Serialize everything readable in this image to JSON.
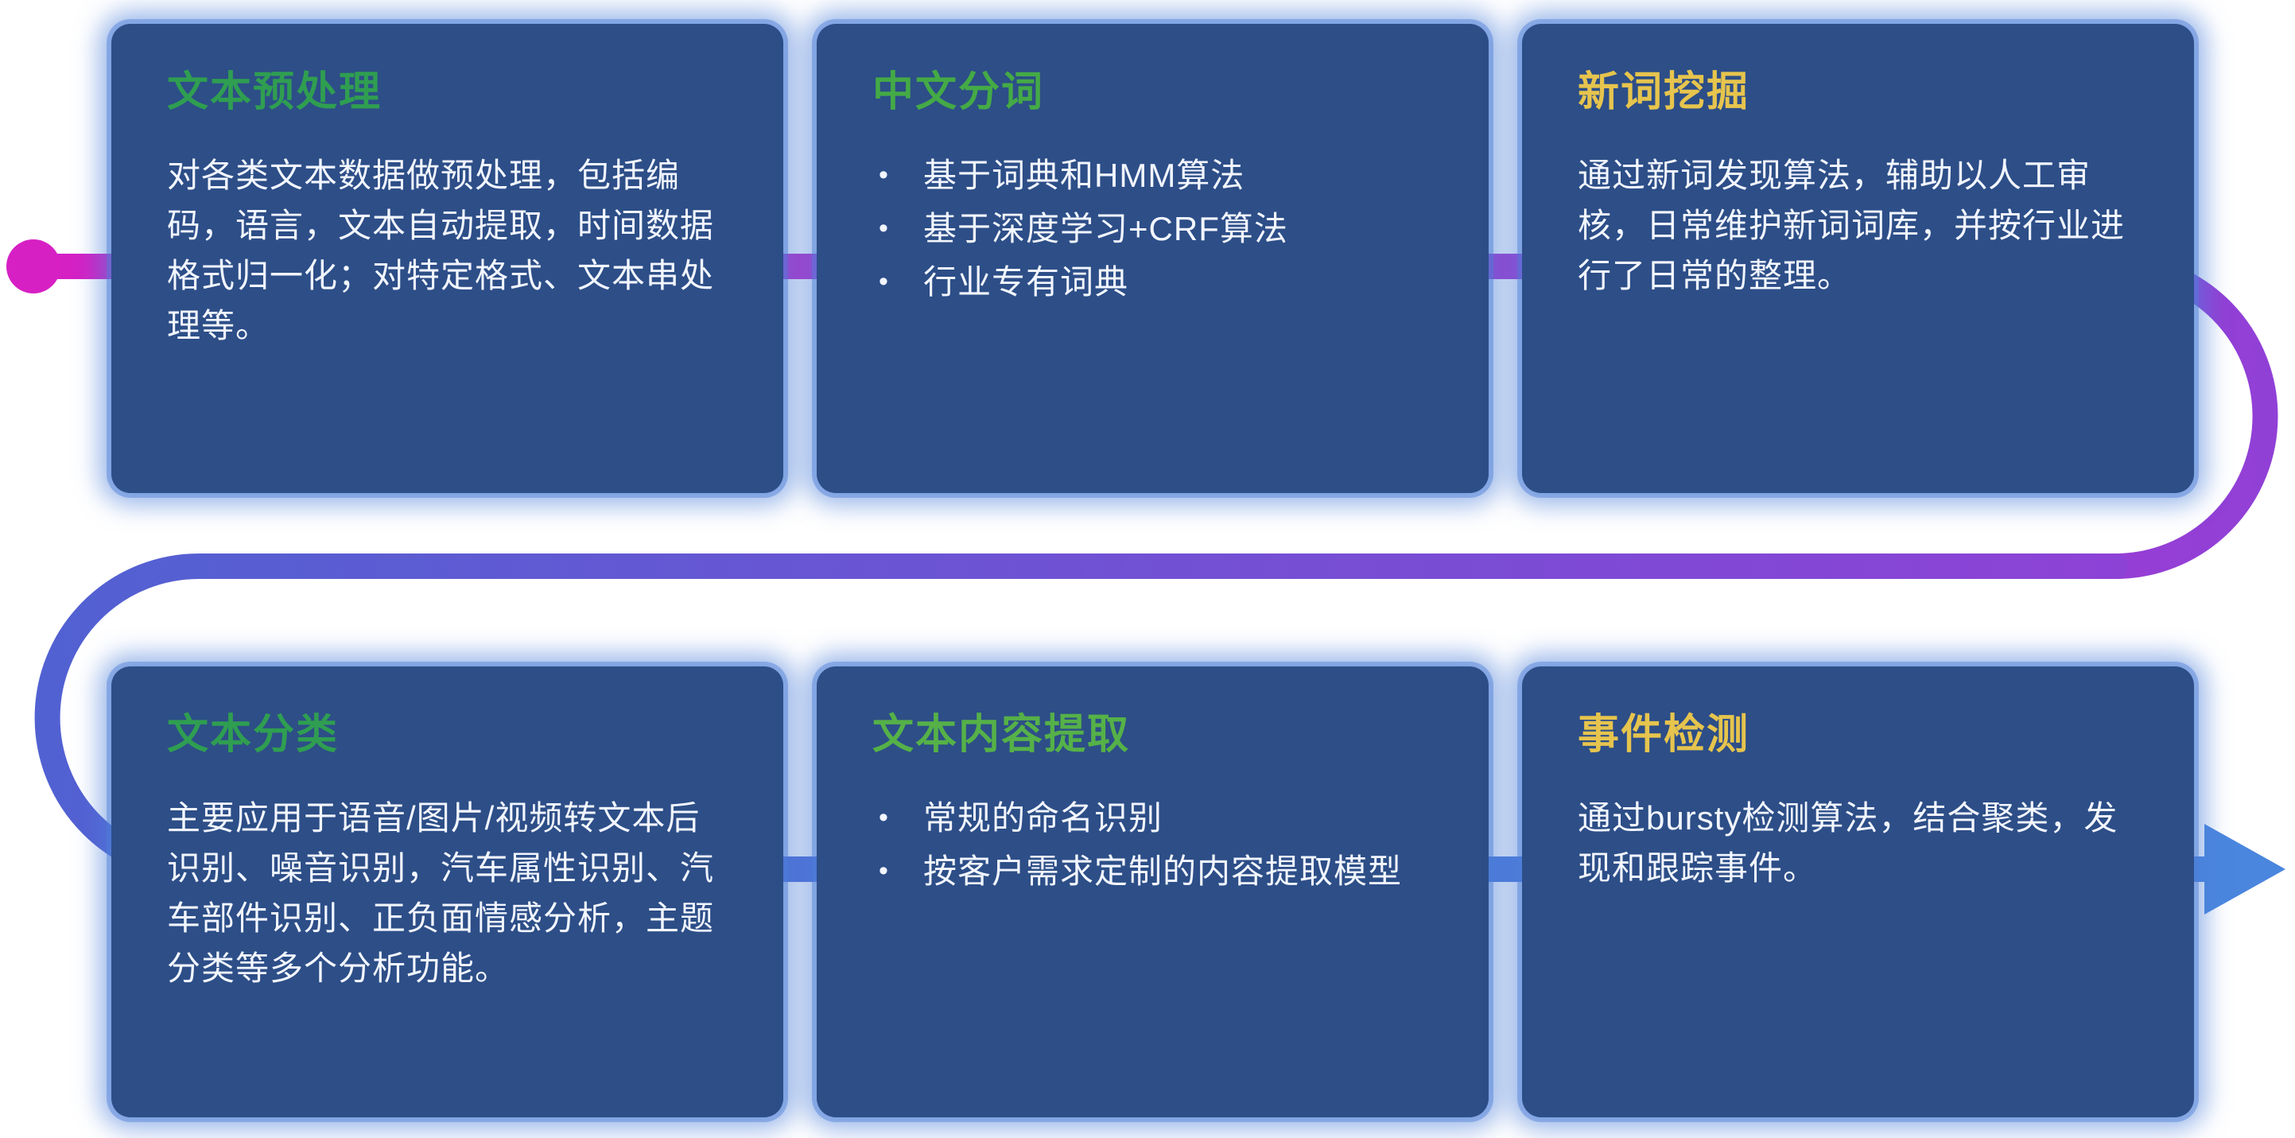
{
  "flow": {
    "color_start": "#d620c4",
    "color_mid": "#9140d6",
    "color_blue": "#5261d2",
    "color_end": "#4a86de"
  },
  "cards": [
    {
      "title": "文本预处理",
      "title_color": "#2f9e51",
      "body": "对各类文本数据做预处理，包括编码，语言，文本自动提取，时间数据格式归一化；对特定格式、文本串处理等。",
      "bullets": []
    },
    {
      "title": "中文分词",
      "title_color": "#44aa46",
      "body": "",
      "bullets": [
        "基于词典和HMM算法",
        "基于深度学习+CRF算法",
        "行业专有词典"
      ]
    },
    {
      "title": "新词挖掘",
      "title_color": "#e6c44d",
      "body": "通过新词发现算法，辅助以人工审核，日常维护新词词库，并按行业进行了日常的整理。",
      "bullets": []
    },
    {
      "title": "文本分类",
      "title_color": "#2f9e51",
      "body": "主要应用于语音/图片/视频转文本后识别、噪音识别，汽车属性识别、汽车部件识别、正负面情感分析，主题分类等多个分析功能。",
      "bullets": []
    },
    {
      "title": "文本内容提取",
      "title_color": "#55b148",
      "body": "",
      "bullets": [
        "常规的命名识别",
        "按客户需求定制的内容提取模型"
      ]
    },
    {
      "title": "事件检测",
      "title_color": "#e6c44d",
      "body": "通过bursty检测算法，结合聚类，发现和跟踪事件。",
      "bullets": []
    }
  ]
}
